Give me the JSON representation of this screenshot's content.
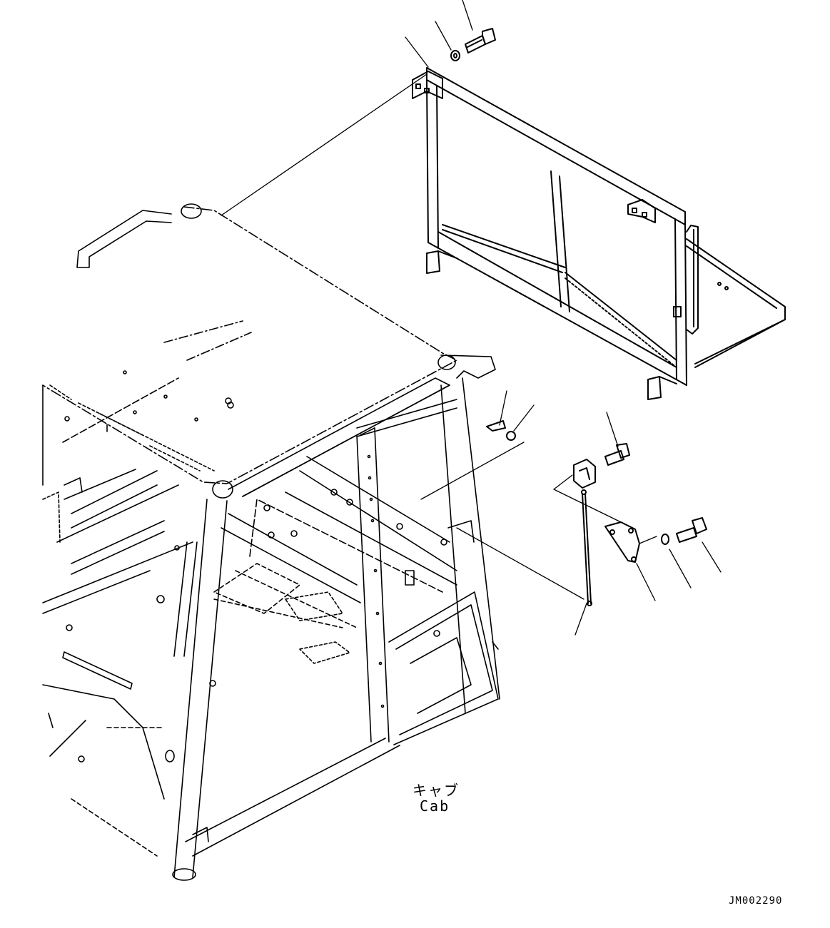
{
  "diagram": {
    "cab_label_japanese": "キャブ",
    "cab_label_english": "Cab",
    "figure_id": "JM002290"
  }
}
